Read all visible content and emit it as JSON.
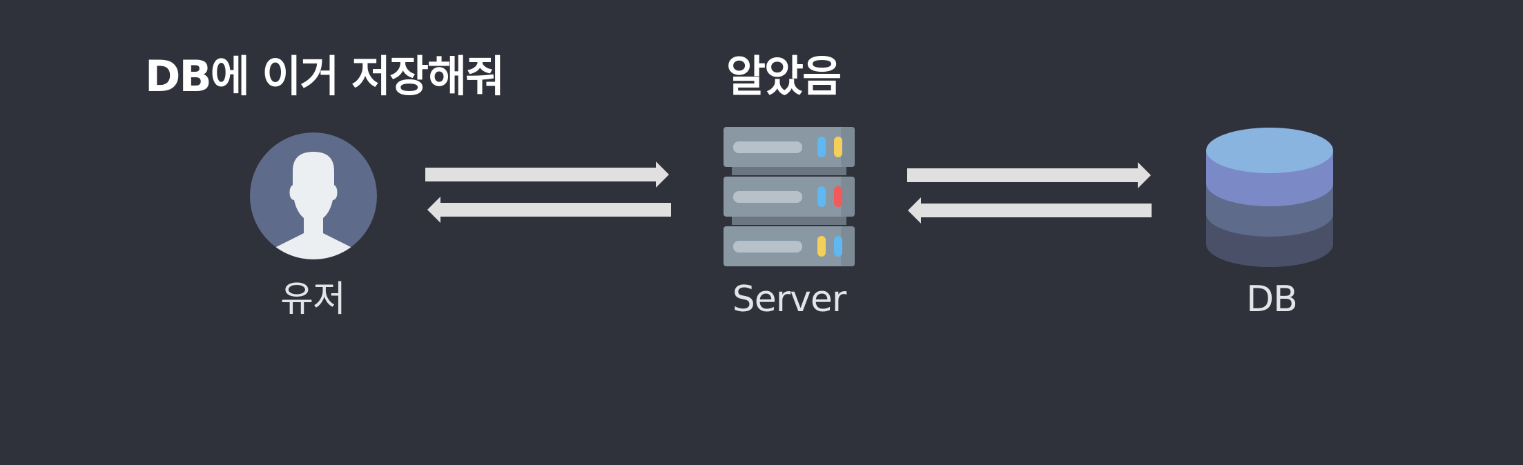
{
  "diagram": {
    "user_message": "DB에 이거 저장해줘",
    "server_message": "알았음",
    "nodes": {
      "user": {
        "label": "유저",
        "icon": "user-avatar-icon"
      },
      "server": {
        "label": "Server",
        "icon": "server-rack-icon"
      },
      "db": {
        "label": "DB",
        "icon": "database-icon"
      }
    },
    "colors": {
      "background": "#2f323b",
      "arrow": "#e0e0e0",
      "avatar_circle": "#5f6b8a",
      "server_body": "#8a98a3",
      "led_blue": "#5fb8f0",
      "led_yellow": "#f5cf5b",
      "led_red": "#f25a5a",
      "db_top": "#8ab4e0",
      "db_layer1": "#7b8ac6",
      "db_layer2": "#5f6b8a",
      "db_layer3": "#4a5068"
    }
  }
}
